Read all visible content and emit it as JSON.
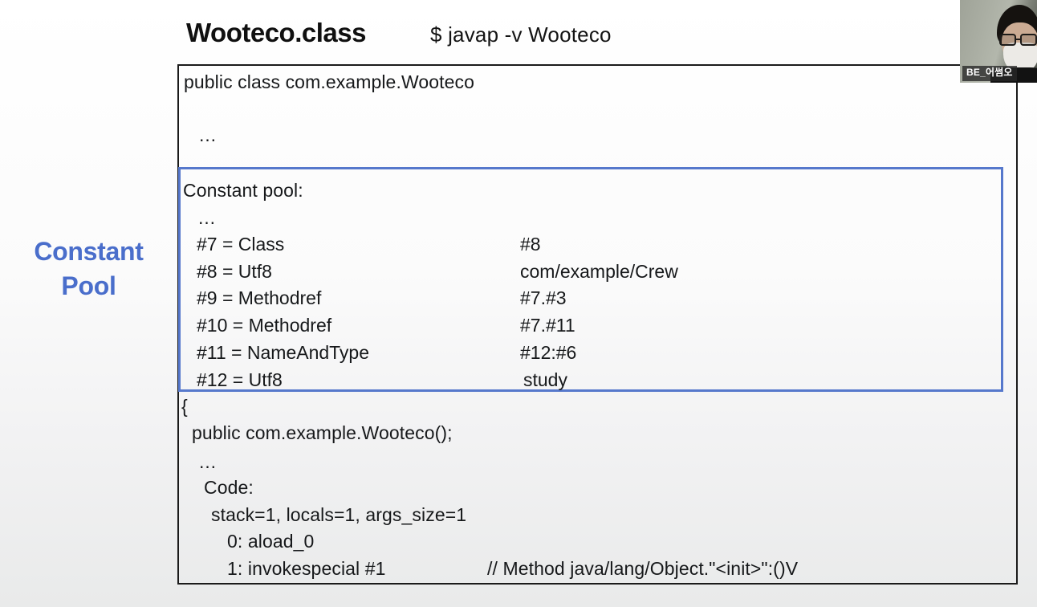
{
  "slide": {
    "title": "Wooteco.class",
    "command": "$ javap -v Wooteco",
    "side_label_line1": "Constant",
    "side_label_line2": "Pool",
    "accent_color": "#4a6ecb",
    "highlight_border_color": "#5678cc",
    "box_border_color": "#1b1b1b"
  },
  "code": {
    "header_line": "public class com.example.Wooteco",
    "header_ellipsis": "…",
    "constant_pool_label": "Constant pool:",
    "constant_pool_ellipsis": "…",
    "entries": [
      {
        "key": "#7 = Class",
        "value": "#8"
      },
      {
        "key": "#8 = Utf8",
        "value": "com/example/Crew"
      },
      {
        "key": "#9 = Methodref",
        "value": "#7.#3"
      },
      {
        "key": "#10 = Methodref",
        "value": "#7.#11"
      },
      {
        "key": "#11 = NameAndType",
        "value": "#12:#6"
      },
      {
        "key": "#12 = Utf8",
        "value": "study"
      }
    ],
    "body": {
      "open_brace": "{",
      "constructor": "public com.example.Wooteco();",
      "ellipsis": "…",
      "code_label": "Code:",
      "frame_info": "stack=1, locals=1, args_size=1",
      "instruction_0": "0: aload_0",
      "instruction_1": "1: invokespecial #1",
      "instruction_1_comment": "// Method java/lang/Object.\"<init>\":()V"
    }
  },
  "webcam": {
    "participant_name": "BE_어썸오"
  }
}
